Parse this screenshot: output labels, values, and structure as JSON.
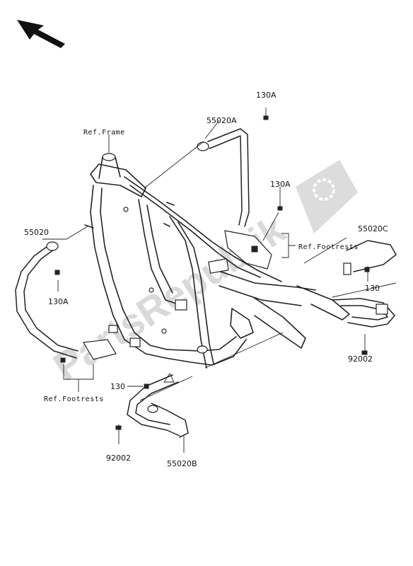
{
  "watermark": "PartsRepublik",
  "labels": {
    "ref_frame": "Ref.Frame",
    "ref_footrests_right": "Ref.Footrests",
    "ref_footrests_left": "Ref.Footrests",
    "p55020A": "55020A",
    "p130A_top": "130A",
    "p130A_mid": "130A",
    "p55020": "55020",
    "p130A_left": "130A",
    "p55020C": "55020C",
    "p130_right": "130",
    "p92002_right": "92002",
    "p130_front": "130",
    "p92002_front": "92002",
    "p55020B": "55020B"
  },
  "icons": {
    "direction": "arrow-up-left-icon",
    "watermark": "gear-logo-icon"
  }
}
